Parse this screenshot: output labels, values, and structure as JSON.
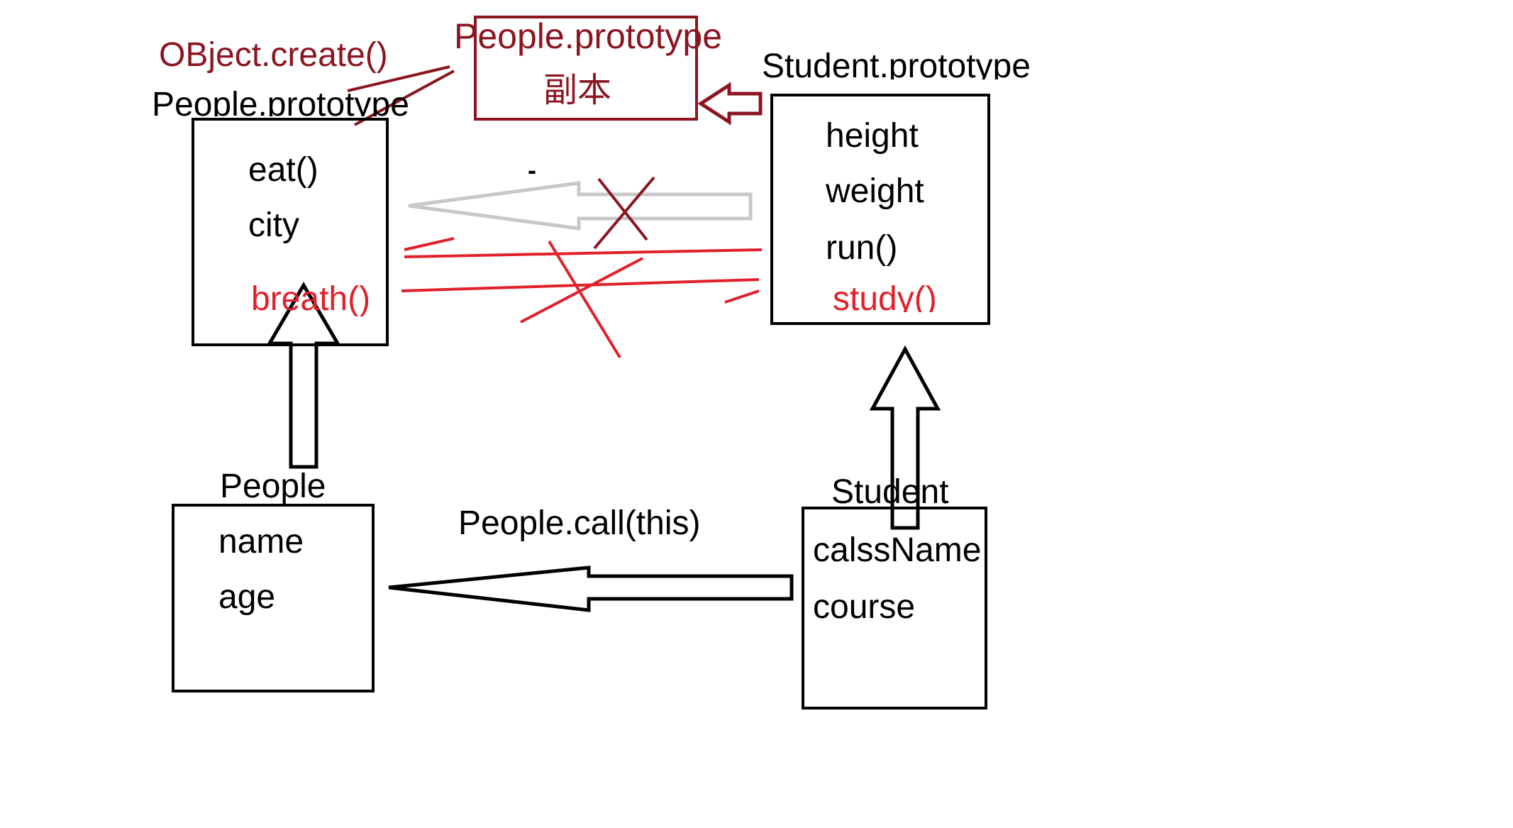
{
  "colors": {
    "ink": "#000000",
    "red": "#e0202a",
    "dark_red": "#8b1520",
    "gray": "#c8c8c8"
  },
  "labels": {
    "object_create": "OBject.create()",
    "people_prototype_copy_title": "People.prototype",
    "people_prototype_copy_sub": "副本",
    "student_prototype": "Student.prototype",
    "people_prototype": "People.prototype",
    "people": "People",
    "student": "Student",
    "people_call": "People.call(this)",
    "dot": "-"
  },
  "people_prototype_box": {
    "items": [
      "eat()",
      "city"
    ],
    "added": "breath()"
  },
  "student_prototype_box": {
    "items": [
      "height",
      "weight",
      "run()"
    ],
    "added": "study()"
  },
  "people_box": {
    "items": [
      "name",
      "age"
    ]
  },
  "student_box": {
    "items": [
      "calssName",
      "course"
    ]
  }
}
